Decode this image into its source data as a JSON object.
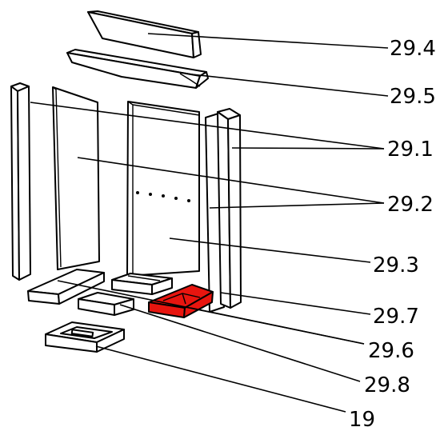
{
  "highlight_color": "#e8150f",
  "line_color": "#000000",
  "background": "#ffffff",
  "labels": {
    "l29_4": "29.4",
    "l29_5": "29.5",
    "l29_1": "29.1",
    "l29_2": "29.2",
    "l29_3": "29.3",
    "l29_7": "29.7",
    "l29_6": "29.6",
    "l29_8": "29.8",
    "l19": "19"
  }
}
